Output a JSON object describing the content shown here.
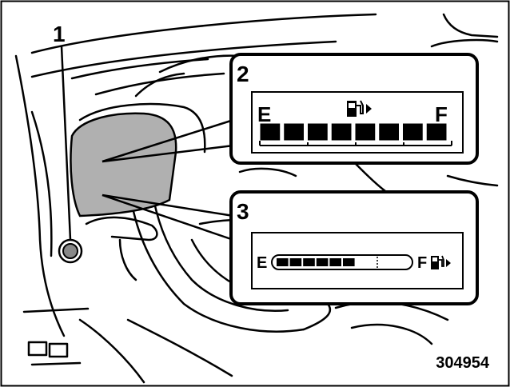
{
  "callouts": {
    "one": "1",
    "two": "2",
    "three": "3"
  },
  "gauge_top": {
    "empty_label": "E",
    "full_label": "F",
    "icon": "fuel-pump-icon",
    "segments_total": 8,
    "segments_lit": 8
  },
  "gauge_bottom": {
    "empty_label": "E",
    "full_label": "F",
    "icon": "fuel-pump-icon",
    "segments_total": 10,
    "segments_lit": 6
  },
  "figure_id": "304954",
  "colors": {
    "ink": "#000000",
    "cluster_fill": "#b0b0b0",
    "panel_bg": "#ffffff",
    "display_bg": "#ffffff"
  }
}
